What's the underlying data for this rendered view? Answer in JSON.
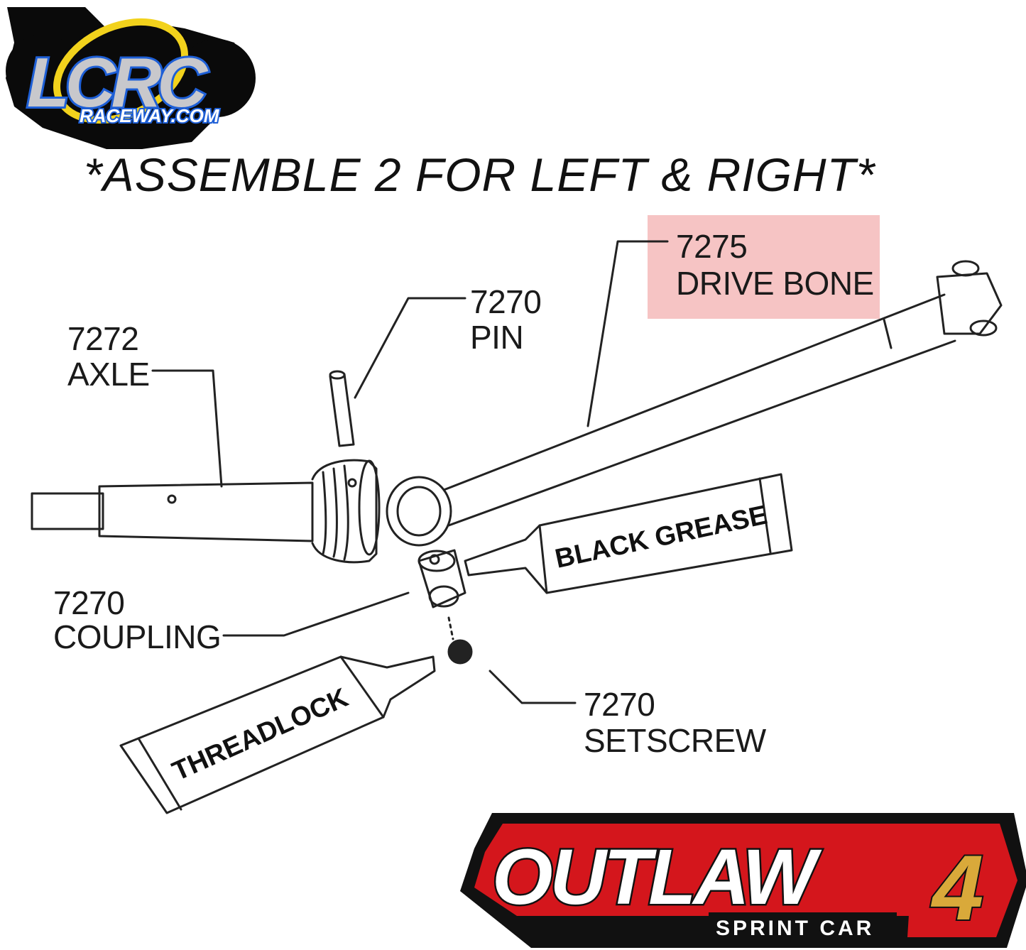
{
  "logo_top": {
    "name": "LCRC",
    "sub": "RACEWAY.COM"
  },
  "title": "*ASSEMBLE 2 FOR LEFT & RIGHT*",
  "labels": {
    "drive_bone": {
      "num": "7275",
      "name": "DRIVE BONE"
    },
    "pin": {
      "num": "7270",
      "name": "PIN"
    },
    "axle": {
      "num": "7272",
      "name": "AXLE"
    },
    "coupling": {
      "num": "7270",
      "name": "COUPLING"
    },
    "setscrew": {
      "num": "7270",
      "name": "SETSCREW"
    }
  },
  "tubes": {
    "grease": "BLACK GREASE",
    "threadlock": "THREADLOCK"
  },
  "logo_bottom": {
    "name": "OUTLAW",
    "number": "4",
    "sub": "SPRINT CAR"
  },
  "colors": {
    "highlight": "#f6c4c4",
    "logo_red": "#d4161c",
    "logo_blue": "#1e5fd6",
    "logo_yellow": "#f2d21c",
    "logo_gold": "#d9a93a"
  }
}
